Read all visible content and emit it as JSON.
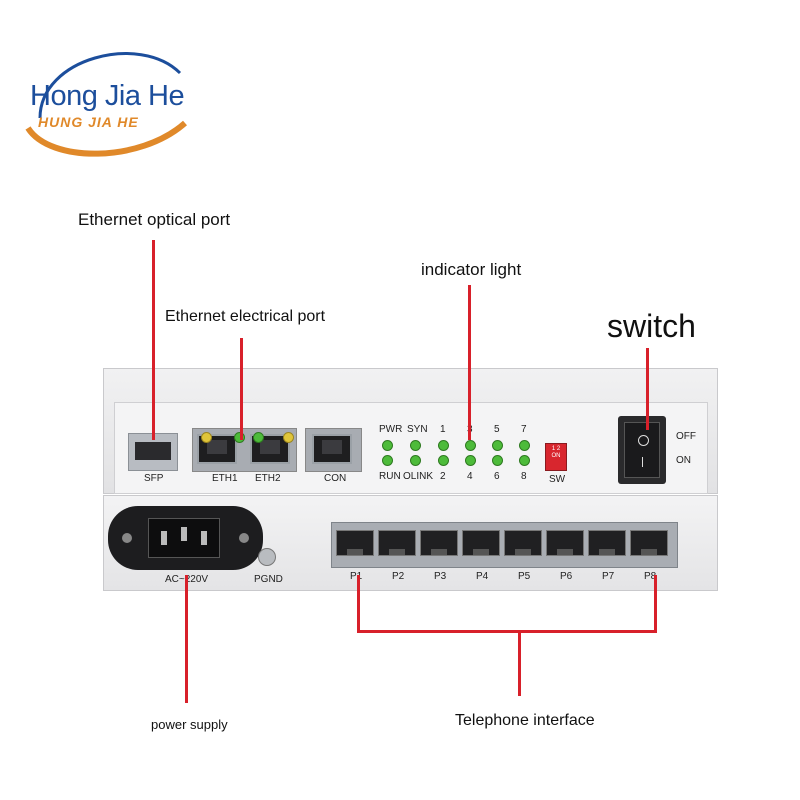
{
  "logo": {
    "name": "Hong Jia He",
    "subtitle": "HUNG JIA HE"
  },
  "callouts": {
    "ethernet_optical_port": "Ethernet optical port",
    "ethernet_electrical_port": "Ethernet electrical port",
    "indicator_light": "indicator light",
    "switch": "switch",
    "power_supply": "power supply",
    "telephone_interface": "Telephone interface"
  },
  "front_top": {
    "sfp": "SFP",
    "eth1": "ETH1",
    "eth2": "ETH2",
    "con": "CON",
    "leds_row1": [
      "PWR",
      "SYN",
      "1",
      "3",
      "5",
      "7"
    ],
    "leds_row2": [
      "RUN",
      "OLINK",
      "2",
      "4",
      "6",
      "8"
    ],
    "sw": "SW",
    "dip": "1 2 ON",
    "off": "OFF",
    "on": "ON"
  },
  "front_bottom": {
    "power": "AC~220V",
    "pgnd": "PGND",
    "phone_ports": [
      "P1",
      "P2",
      "P3",
      "P4",
      "P5",
      "P6",
      "P7",
      "P8"
    ]
  },
  "colors": {
    "callout_line": "#d8202a",
    "logo_blue": "#1c4e9c",
    "logo_orange": "#e0892a",
    "led_green": "#4dbb3a"
  }
}
